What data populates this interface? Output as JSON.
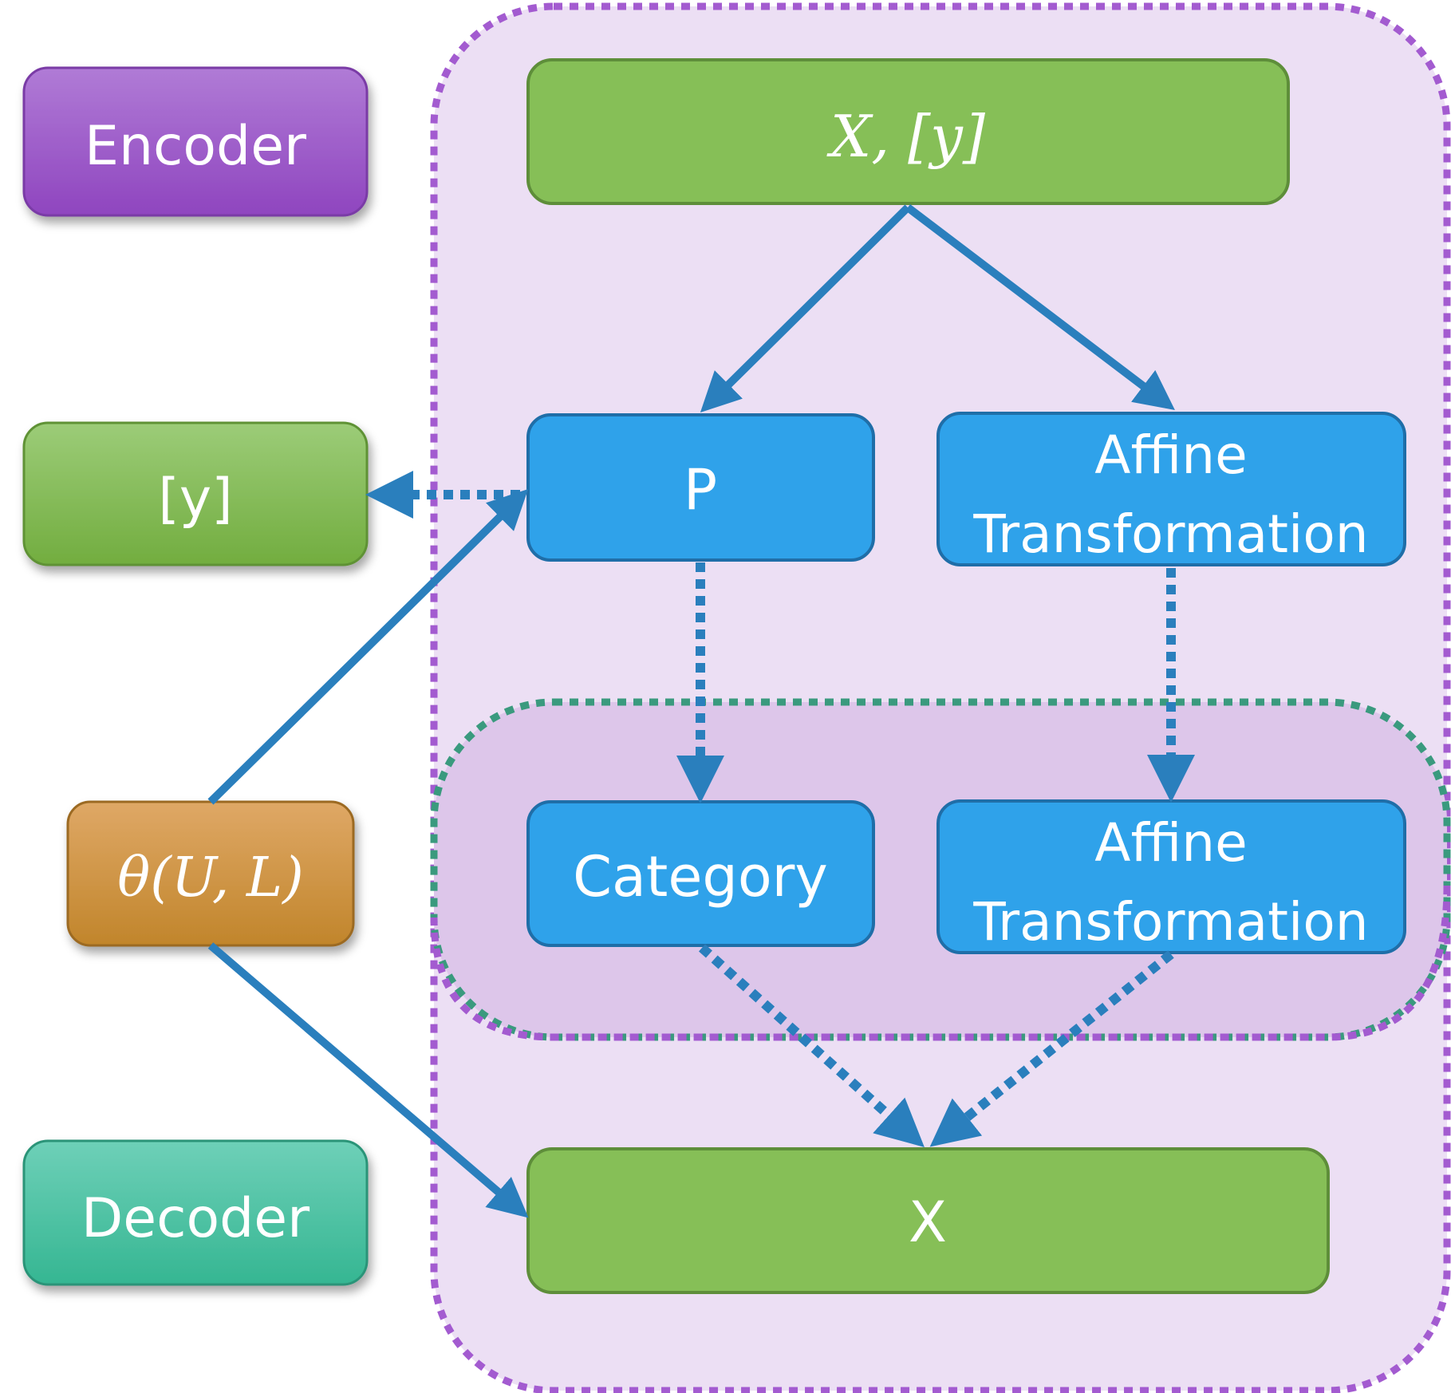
{
  "legend": {
    "encoder": {
      "label": "Encoder",
      "color": "#9b59c9"
    },
    "y_bracket": {
      "label": "[y]",
      "color": "#7ab648"
    },
    "theta": {
      "label": "θ(U, L)",
      "color": "#d08f3a"
    },
    "decoder": {
      "label": "Decoder",
      "color": "#3fbf9f"
    }
  },
  "nodes": {
    "input": {
      "label": "X, [y]"
    },
    "p": {
      "label": "P"
    },
    "affine_top": {
      "line1": "Affine",
      "line2": "Transformation"
    },
    "category": {
      "label": "Category"
    },
    "affine_bottom": {
      "line1": "Affine",
      "line2": "Transformation"
    },
    "output": {
      "label": "X"
    }
  },
  "colors": {
    "green_box": "#86bf57",
    "blue_box": "#2fa2ea",
    "arrow": "#2a7fbd",
    "encoder_region": "#ecdff4",
    "encoder_border": "#a35bd0",
    "decoder_region": "#ddc6ea",
    "decoder_border": "#3a9a7e"
  }
}
